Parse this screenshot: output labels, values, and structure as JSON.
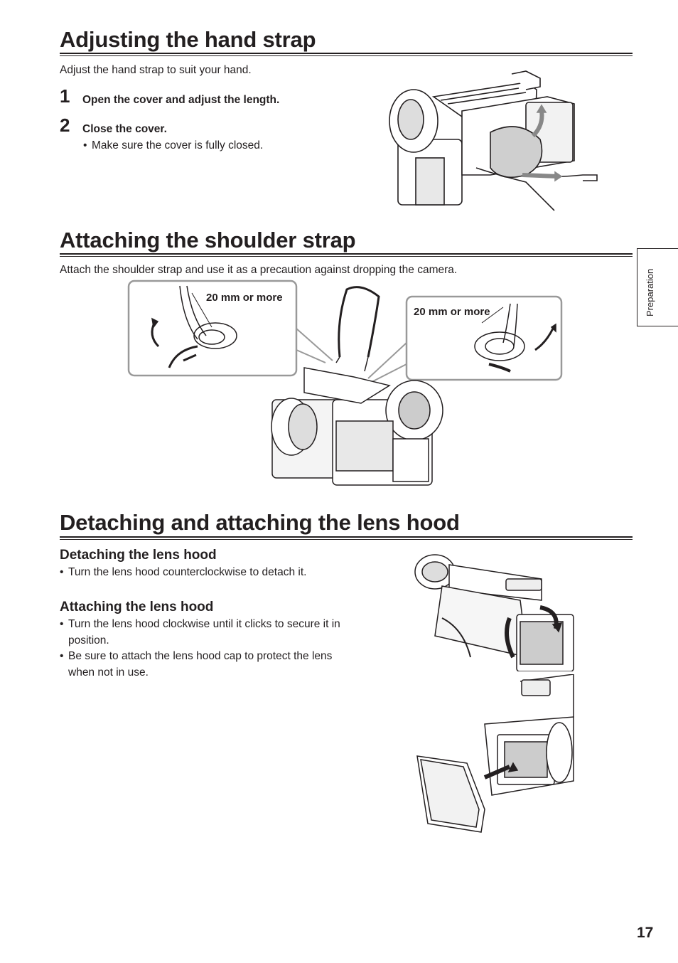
{
  "sections": {
    "hand_strap": {
      "title": "Adjusting the hand strap",
      "intro": "Adjust the hand strap to suit your hand.",
      "steps": [
        {
          "number": "1",
          "text": "Open the cover and adjust the length."
        },
        {
          "number": "2",
          "text": "Close the cover.",
          "bullet": "Make sure the cover is fully closed."
        }
      ]
    },
    "shoulder_strap": {
      "title": "Attaching the shoulder strap",
      "intro": "Attach the shoulder strap and use it as a precaution against dropping the camera.",
      "callout_left": "20 mm or more",
      "callout_right": "20 mm or more"
    },
    "lens_hood": {
      "title": "Detaching and attaching the lens hood",
      "detaching": {
        "heading": "Detaching the lens hood",
        "bullets": [
          "Turn the lens hood counterclockwise to detach it."
        ]
      },
      "attaching": {
        "heading": "Attaching the lens hood",
        "bullets": [
          "Turn the lens hood clockwise until it clicks to secure it in position.",
          "Be sure to attach the lens hood cap to protect the lens when not in use."
        ]
      }
    }
  },
  "side_tab": "Preparation",
  "page_number": "17",
  "bullet_glyph": "•"
}
